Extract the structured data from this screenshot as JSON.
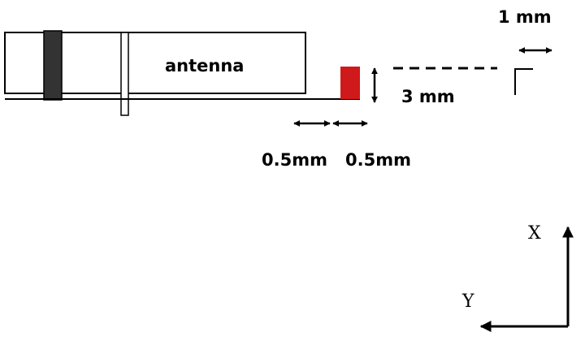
{
  "labels": {
    "antenna": "antenna",
    "gap_1mm": "1 mm",
    "height_3mm": "3 mm",
    "offset_first": "0.5mm",
    "offset_second": "0.5mm"
  },
  "axes": {
    "x": "X",
    "y": "Y"
  },
  "colors": {
    "line": "#000000",
    "band": "#333333",
    "marker": "#d0191b",
    "background": "#ffffff"
  },
  "icons": {
    "dimension_arrow": "double-headed-arrow",
    "axis_arrow": "arrow"
  }
}
